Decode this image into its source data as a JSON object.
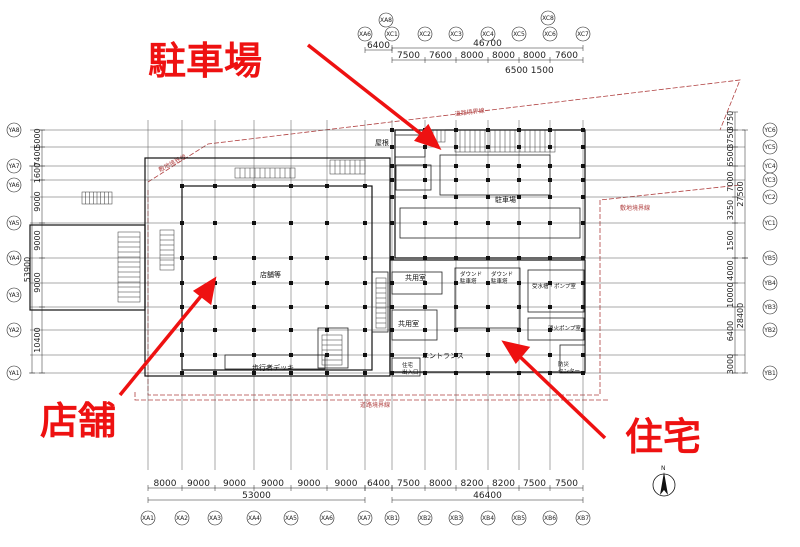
{
  "callouts": {
    "parking": "駐車場",
    "retail": "店舗",
    "residence": "住宅"
  },
  "rooms": {
    "retail_floor": "店舗等",
    "parking": "駐車場",
    "roof": "屋根",
    "pedestrian_deck": "歩行者デッキ",
    "common_room_1": "共用室",
    "common_room_2": "共用室",
    "entrance": "エントランス",
    "residence_entrance": "住宅\n出入口",
    "trash_1": "ダウンド\n駐車塔",
    "trash_2": "ダウンド\n駐車塔",
    "water_pump": "受水槽・ポンプ室",
    "fire_pump": "消火ポンプ室",
    "disaster_center": "防災\nセンター",
    "property_line_1": "道路境界線",
    "property_line_2": "敷地境界線",
    "property_line_3": "道路境界線",
    "property_line_4": "敷地境界線"
  },
  "dimensions": {
    "top_left": "6400",
    "top_right_total": "46700",
    "top_right_spans": [
      "7500",
      "7600",
      "8000",
      "8000",
      "8000",
      "7600"
    ],
    "top_sub": "6500 1500",
    "bottom_left_spans": [
      "8000",
      "9000",
      "9000",
      "9000",
      "9000",
      "9000"
    ],
    "bottom_left_total": "53000",
    "bottom_mid": "6400",
    "bottom_right_spans": [
      "7500",
      "8000",
      "8200",
      "8200",
      "7500",
      "7500"
    ],
    "bottom_right_total": "46400",
    "left_spans": [
      "5000",
      "7400",
      "1600",
      "9000",
      "9000",
      "9000",
      "10400"
    ],
    "left_total": "53900",
    "right_upper_spans": [
      "3750",
      "3750",
      "6500",
      "7000",
      "3250",
      "1500"
    ],
    "right_upper_total": "27500",
    "right_lower_spans": [
      "3000",
      "6400",
      "10000",
      "4000"
    ],
    "right_lower_total": "28400"
  },
  "axes": {
    "top": [
      "XA8",
      "XA6",
      "XC1",
      "XC2",
      "XC3",
      "XC4",
      "XC5",
      "XC6",
      "XC7",
      "XC8"
    ],
    "bottom": [
      "XA1",
      "XA2",
      "XA3",
      "XA4",
      "XA5",
      "XA6",
      "XA7",
      "XB1",
      "XB2",
      "XB3",
      "XB4",
      "XB5",
      "XB6",
      "XB7"
    ],
    "left": [
      "YA8",
      "YA7",
      "YA6",
      "YA5",
      "YA4",
      "YA3",
      "YA2",
      "YA1"
    ],
    "right": [
      "YC6",
      "YC5",
      "YC4",
      "YC3",
      "YC2",
      "YC1",
      "YB5",
      "YB4",
      "YB3",
      "YB2",
      "YB1"
    ]
  },
  "north": "N",
  "colors": {
    "callout": "#ee1111",
    "property_line": "#b04040",
    "lines": "#222222"
  }
}
